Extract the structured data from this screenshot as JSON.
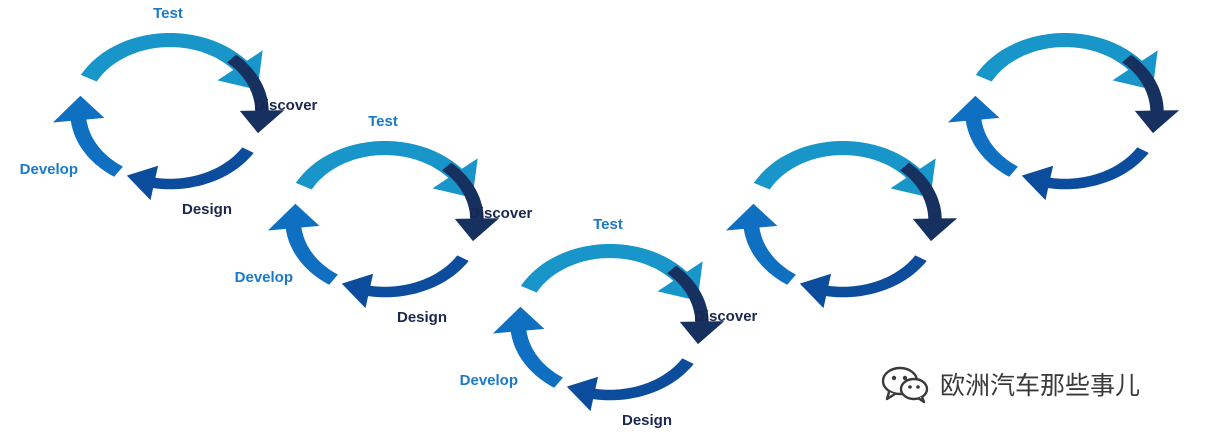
{
  "colors": {
    "test": "#1895c9",
    "discover": "#16305f",
    "design": "#0c4c9c",
    "develop": "#0f6fc0",
    "label_dark": "#1a2750",
    "label_blue": "#1a7ac8"
  },
  "cycles": [
    {
      "labels": {
        "test": "Test",
        "discover": "Discover",
        "design": "Design",
        "develop": "Develop"
      }
    },
    {
      "labels": {
        "test": "Test",
        "discover": "Discover",
        "design": "Design",
        "develop": "Develop"
      }
    },
    {
      "labels": {
        "test": "Test",
        "discover": "Discover",
        "design": "Design",
        "develop": "Develop"
      }
    },
    {
      "labels": {}
    },
    {
      "labels": {}
    }
  ],
  "watermark": {
    "text": "欧洲汽车那些事儿",
    "icon": "wechat-icon"
  }
}
